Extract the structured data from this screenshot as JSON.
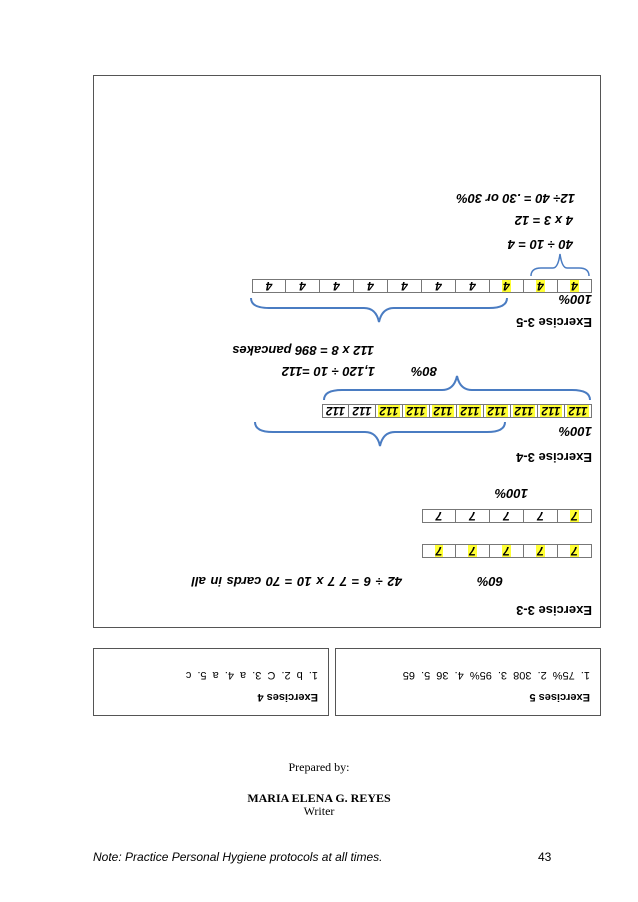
{
  "exercise_3_3": {
    "title": "Exercise 3-3",
    "percent": "60%",
    "equation": "42 ÷ 6  = 7    7 x 10    = 70   cards in all",
    "row1": [
      {
        "v": "7",
        "hl": true
      },
      {
        "v": "7",
        "hl": true
      },
      {
        "v": "7",
        "hl": true
      },
      {
        "v": "7",
        "hl": true
      },
      {
        "v": "7",
        "hl": true
      }
    ],
    "row2": [
      {
        "v": "7",
        "hl": true
      },
      {
        "v": "7",
        "hl": false
      },
      {
        "v": "7",
        "hl": false
      },
      {
        "v": "7",
        "hl": false
      },
      {
        "v": "7",
        "hl": false
      }
    ],
    "total": "100%"
  },
  "exercise_3_4": {
    "title": "Exercise 3-4",
    "total": "100%",
    "row": [
      {
        "v": "112",
        "hl": true
      },
      {
        "v": "112",
        "hl": true
      },
      {
        "v": "112",
        "hl": true
      },
      {
        "v": "112",
        "hl": true
      },
      {
        "v": "112",
        "hl": true
      },
      {
        "v": "112",
        "hl": true
      },
      {
        "v": "112",
        "hl": true
      },
      {
        "v": "112",
        "hl": true
      },
      {
        "v": "112",
        "hl": false
      },
      {
        "v": "112",
        "hl": false
      }
    ],
    "percent": "80%",
    "equation1": "1,120 ÷ 10 =112",
    "equation2": "112 x 8 =  896 pancakes"
  },
  "exercise_3_5": {
    "title": "Exercise 3-5",
    "total": "100%",
    "row": [
      {
        "v": "4",
        "hl": true
      },
      {
        "v": "4",
        "hl": true
      },
      {
        "v": "4",
        "hl": true
      },
      {
        "v": "4",
        "hl": false
      },
      {
        "v": "4",
        "hl": false
      },
      {
        "v": "4",
        "hl": false
      },
      {
        "v": "4",
        "hl": false
      },
      {
        "v": "4",
        "hl": false
      },
      {
        "v": "4",
        "hl": false
      },
      {
        "v": "4",
        "hl": false
      }
    ],
    "eq1": "40 ÷ 10 =  4",
    "eq2": "4 x 3 = 12",
    "eq3": "12÷  40  = .30 or 30%"
  },
  "exercises_5": {
    "title": "Exercises 5",
    "answers": "1. 75%   2. 308    3. 95%     4. 36    5. 65"
  },
  "exercises_4": {
    "title": "Exercises 4",
    "answers": "1. b   2. C   3. a    4. a    5. c"
  },
  "footer": {
    "prepared_by": "Prepared by:",
    "author": "MARIA ELENA G. REYES",
    "role": "Writer",
    "note": "Note: Practice Personal Hygiene protocols at all times.",
    "page_number": "43"
  }
}
